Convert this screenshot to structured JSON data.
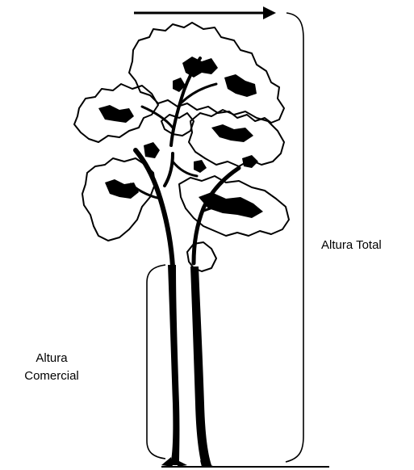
{
  "labels": {
    "total_height": "Altura Total",
    "commercial_height_line1": "Altura",
    "commercial_height_line2": "Comercial"
  },
  "colors": {
    "ink": "#000000",
    "background": "#ffffff"
  },
  "icons": {
    "tree": "tree-icon",
    "arrow": "arrow-right-icon",
    "total_bracket": "right-brace-icon",
    "commercial_bracket": "left-bracket-icon"
  }
}
